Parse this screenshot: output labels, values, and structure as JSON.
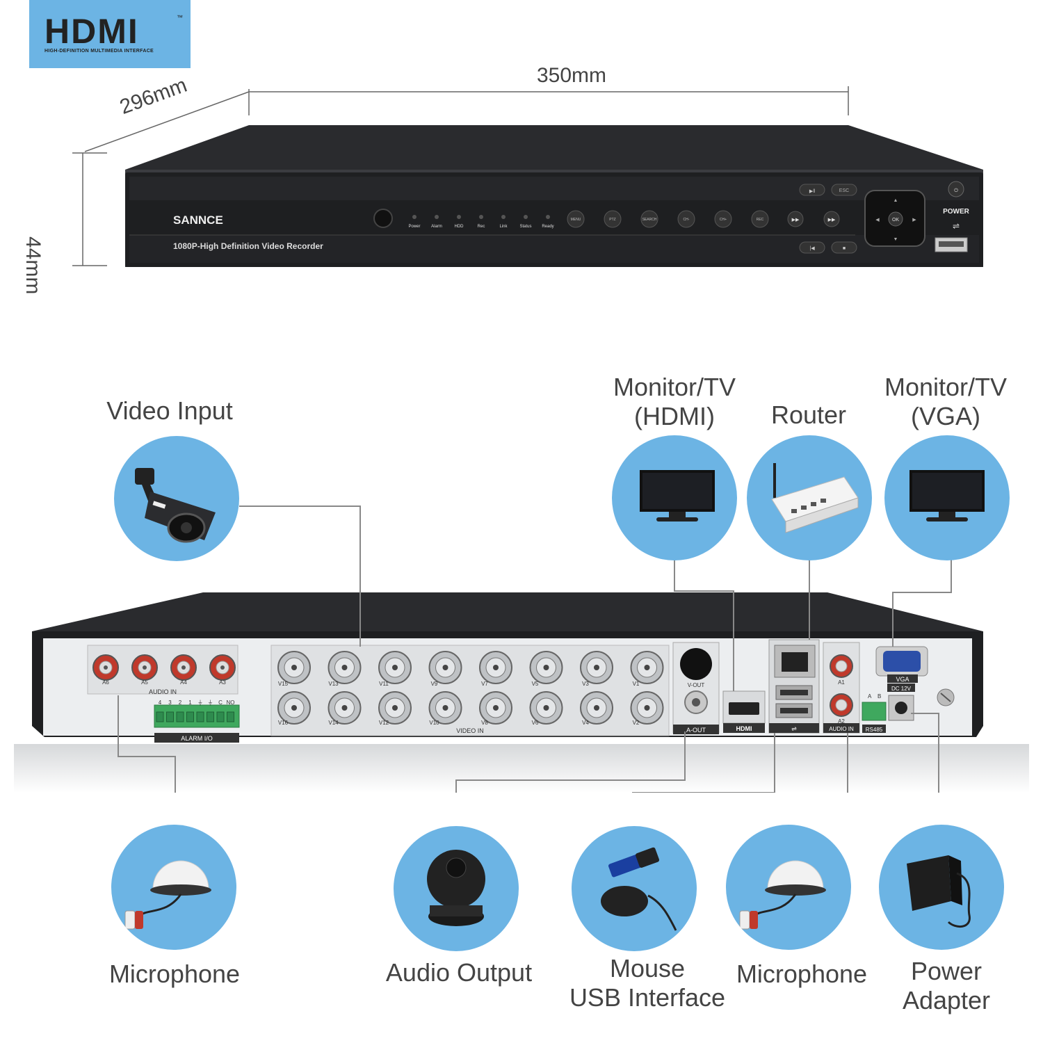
{
  "badge": {
    "logo": "HDMI",
    "tm": "™",
    "subtitle": "HIGH-DEFINITION MULTIMEDIA INTERFACE"
  },
  "dimensions": {
    "width": "350mm",
    "depth": "296mm",
    "height": "44mm"
  },
  "front_panel": {
    "brand": "SANNCE",
    "model_text": "1080P-High Definition Video Recorder",
    "leds": [
      "Power",
      "Alarm",
      "HDD",
      "Rec",
      "Link",
      "Status",
      "Ready"
    ],
    "buttons": [
      "MENU",
      "PTZ",
      "SEARCH",
      "CH-",
      "CH+",
      "REC"
    ],
    "power_label": "POWER",
    "ok_label": "OK",
    "esc_label": "ESC"
  },
  "rear_panel": {
    "audio_in_ports": [
      "A6",
      "A5",
      "A4",
      "A3"
    ],
    "audio_in_label": "AUDIO   IN",
    "alarm_pins": [
      "4",
      "3",
      "2",
      "1",
      "⏚",
      "⏚",
      "C",
      "NO"
    ],
    "alarm_label": "ALARM     I/O",
    "video_in_top": [
      "V15",
      "V13",
      "V11",
      "V9",
      "V7",
      "V5",
      "V3",
      "V1"
    ],
    "video_in_bottom": [
      "V16",
      "V14",
      "V12",
      "V10",
      "V8",
      "V6",
      "V4",
      "V2"
    ],
    "video_in_label": "VIDEO IN",
    "vout_label": "V-OUT",
    "aout_label": "A-OUT",
    "hdmi_label": "HDMI",
    "audio_in_right": [
      "A1",
      "A2"
    ],
    "audio_in_right_label": "AUDIO IN",
    "vga_label": "VGA",
    "dc_label": "DC 12V",
    "rs485_label": "RS485",
    "rs485_pins": [
      "A",
      "B"
    ]
  },
  "connections": {
    "video_input": "Video Input",
    "monitor_hdmi": "Monitor/TV\n(HDMI)",
    "router": "Router",
    "monitor_vga": "Monitor/TV\n(VGA)",
    "microphone_left": "Microphone",
    "audio_output": "Audio Output",
    "mouse_usb": "Mouse\nUSB Interface",
    "microphone_right": "Microphone",
    "power_adapter": "Power\nAdapter"
  },
  "colors": {
    "bubble": "#6cb4e4",
    "device_body": "#1e1f21",
    "rear_plate": "#eceef0",
    "line": "#888888"
  }
}
